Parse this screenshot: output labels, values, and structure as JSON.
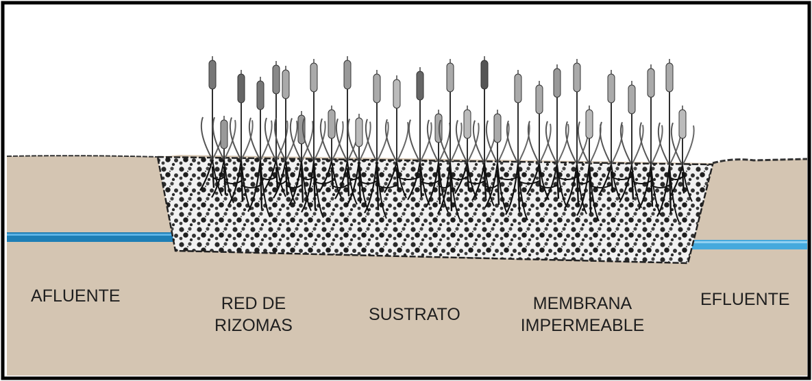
{
  "labels": {
    "afluente": "AFLUENTE",
    "red_de_rizomas": [
      "RED DE",
      "RIZOMAS"
    ],
    "sustrato": "SUSTRATO",
    "membrana_impermeable": [
      "MEMBRANA",
      "IMPERMEABLE"
    ],
    "efluente": "EFLUENTE"
  },
  "colors": {
    "soil": "#d4c5b2",
    "water": "#1d7eb5",
    "water_out": "#45a9dd",
    "gravel": "#2a2a2a",
    "plant": "#333333",
    "frame": "#000000"
  }
}
